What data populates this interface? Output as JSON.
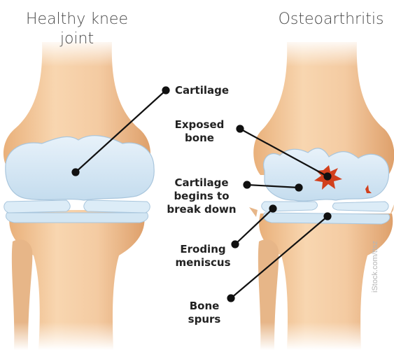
{
  "titles": {
    "healthy": "Healthy knee\njoint",
    "oa": "Osteoarthritis"
  },
  "labels": {
    "cartilage": "Cartilage",
    "exposed_bone": "Exposed\nbone",
    "cartilage_breakdown": "Cartilage\nbegins to\nbreak down",
    "eroding_meniscus": "Eroding\nmeniscus",
    "bone_spurs": "Bone\nspurs"
  },
  "credit": "iStock.com/ttsz",
  "colors": {
    "bone": "#f2c497",
    "bone_shadow": "#d9955f",
    "cartilage": "#cfe3f2",
    "cartilage_edge": "#a9c6dd",
    "lesion": "#d2401c",
    "pointer": "#111111"
  }
}
